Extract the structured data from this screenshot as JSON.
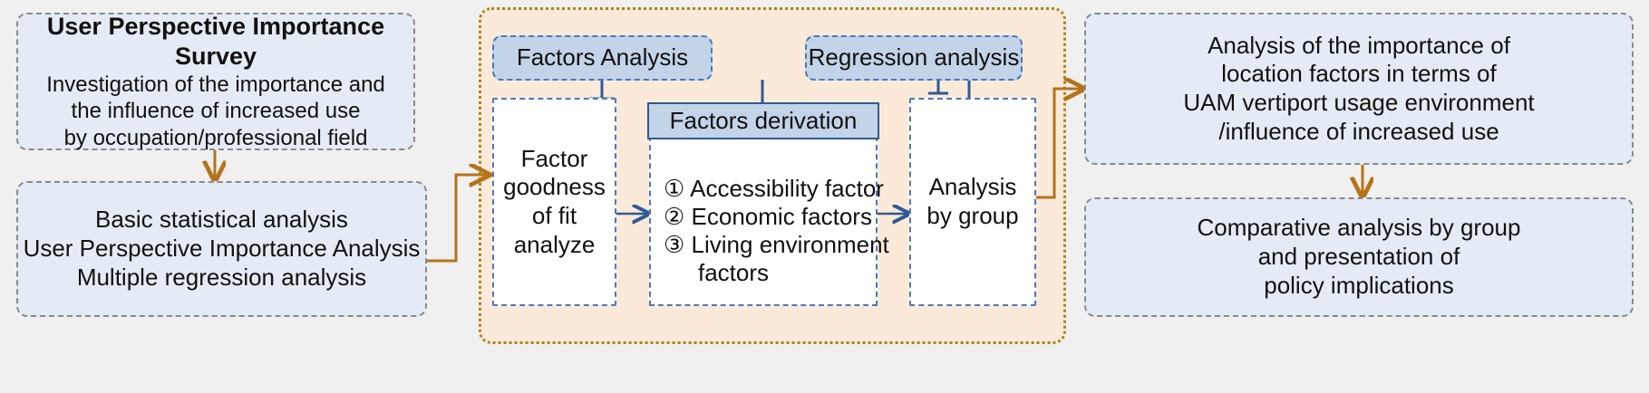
{
  "diagram": {
    "title": "UAM vertiport location factor research flow",
    "colors": {
      "page_background": "#f0f0f0",
      "box_fill_blue_gray": "#e4ebf4",
      "box_border_gray": "#8a8a8a",
      "header_fill_blue": "#c3d3e8",
      "header_border_blue": "#4a79b8",
      "zone_fill_peach": "#fbeada",
      "zone_border_gold": "#a8851e",
      "arrow_orange": "#b5731b",
      "arrow_blue": "#2f5a92"
    }
  },
  "left_panel": {
    "survey_box": {
      "title": "User Perspective Importance Survey",
      "lines": [
        "Investigation of the importance and",
        "the influence of increased use",
        "by occupation/professional field"
      ]
    },
    "analysis_box": {
      "lines": [
        "Basic statistical analysis",
        "User Perspective Importance Analysis",
        "Multiple regression analysis"
      ]
    }
  },
  "center_zone": {
    "headers": [
      {
        "label": "Factors Analysis"
      },
      {
        "label": "Regression analysis"
      }
    ],
    "goodness_box": {
      "lines": [
        "Factor",
        "goodness",
        "of fit",
        "analyze"
      ]
    },
    "factors_derivation": {
      "header": "Factors derivation",
      "items": [
        "① Accessibility factor",
        "② Economic factors",
        "③ Living environment",
        "factors"
      ]
    },
    "group_box": {
      "lines": [
        "Analysis",
        "by group"
      ]
    }
  },
  "right_panel": {
    "importance_box": {
      "lines": [
        "Analysis of the importance of",
        "location factors in terms of",
        "UAM vertiport usage environment",
        "/influence of increased use"
      ]
    },
    "policy_box": {
      "lines": [
        "Comparative analysis by group",
        "and presentation of",
        "policy implications"
      ]
    }
  },
  "connectors": [
    {
      "name": "survey-to-analysis",
      "color": "#b5731b",
      "direction": "down"
    },
    {
      "name": "analysis-to-goodness",
      "color": "#b5731b",
      "direction": "right"
    },
    {
      "name": "goodness-to-derivation",
      "color": "#2f5a92",
      "direction": "right"
    },
    {
      "name": "derivation-to-group",
      "color": "#2f5a92",
      "direction": "right"
    },
    {
      "name": "factors-analysis-to-goodness",
      "color": "#2f5a92",
      "direction": "down"
    },
    {
      "name": "factors-analysis-to-derivation",
      "color": "#2f5a92",
      "direction": "down"
    },
    {
      "name": "regression-to-derivation",
      "color": "#2f5a92",
      "direction": "down"
    },
    {
      "name": "regression-to-group",
      "color": "#2f5a92",
      "direction": "down"
    },
    {
      "name": "group-to-importance",
      "color": "#b5731b",
      "direction": "right-up"
    },
    {
      "name": "importance-to-policy",
      "color": "#b5731b",
      "direction": "down"
    }
  ]
}
